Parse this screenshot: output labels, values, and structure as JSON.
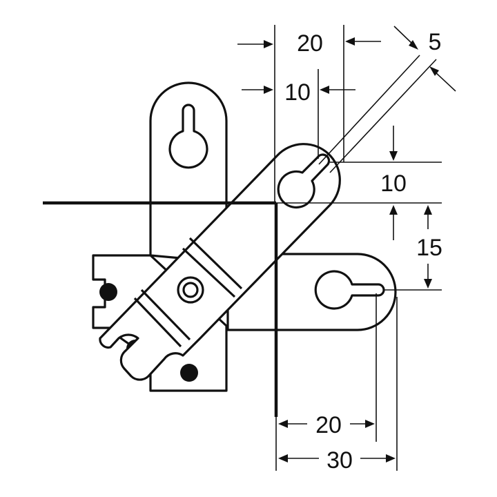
{
  "diagram": {
    "colors": {
      "ink": "#111111",
      "background": "#ffffff"
    },
    "dimensions": {
      "top_spacing": "20",
      "slot_offset": "10",
      "slot_width": "5",
      "vertical_offset": "10",
      "vertical_spacing": "15",
      "bottom_offset": "20",
      "bottom_spacing": "30"
    }
  }
}
